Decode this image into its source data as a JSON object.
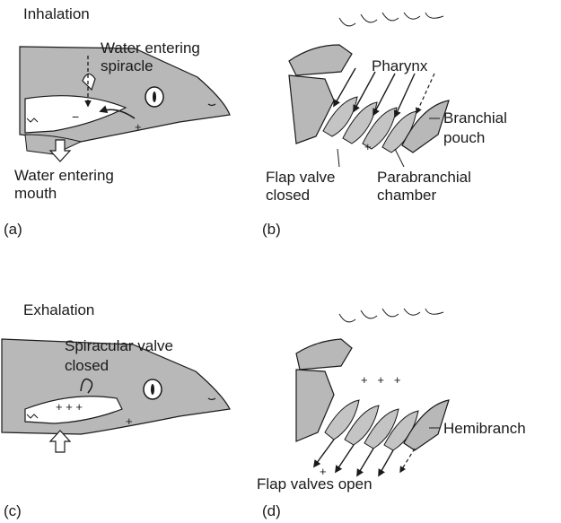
{
  "panels": {
    "a": {
      "tag": "(a)",
      "heading": "Inhalation",
      "labels": {
        "spiracle_line1": "Water entering",
        "spiracle_line2": "spiracle",
        "mouth_line1": "Water entering",
        "mouth_line2": "mouth"
      },
      "signs": {
        "minus": "−",
        "plus": "+"
      }
    },
    "b": {
      "tag": "(b)",
      "labels": {
        "pharynx": "Pharynx",
        "branchial_line1": "Branchial",
        "branchial_line2": "pouch",
        "flap_line1": "Flap valve",
        "flap_line2": "closed",
        "para_line1": "Parabranchial",
        "para_line2": "chamber"
      },
      "signs": {
        "plus": "+"
      }
    },
    "c": {
      "tag": "(c)",
      "heading": "Exhalation",
      "labels": {
        "valve_line1": "Spiracular valve",
        "valve_line2": "closed"
      },
      "signs": {
        "plus_row": "+ + +",
        "plus": "+"
      }
    },
    "d": {
      "tag": "(d)",
      "labels": {
        "hemibranch": "Hemibranch",
        "flap_open": "Flap valves open"
      },
      "signs": {
        "plus_row": "+   +   +",
        "plus": "+"
      }
    }
  },
  "colors": {
    "shark_fill": "#b8b8b8",
    "line": "#1a1a1a",
    "gill_fill": "#c4c4c4"
  }
}
